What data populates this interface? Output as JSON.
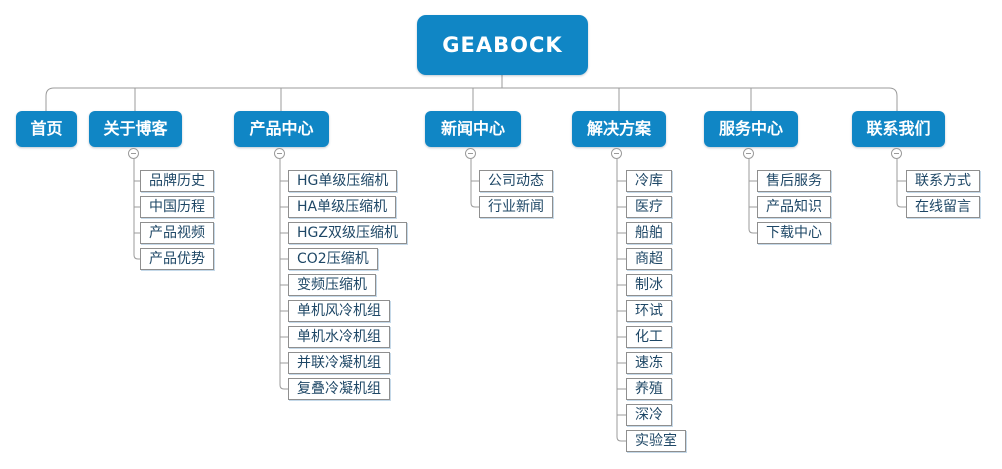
{
  "root": {
    "label": "GEABOCK"
  },
  "branches": [
    {
      "label": "首页",
      "children": []
    },
    {
      "label": "关于博客",
      "children": [
        "品牌历史",
        "中国历程",
        "产品视频",
        "产品优势"
      ]
    },
    {
      "label": "产品中心",
      "children": [
        "HG单级压缩机",
        "HA单级压缩机",
        "HGZ双级压缩机",
        "CO2压缩机",
        "变频压缩机",
        "单机风冷机组",
        "单机水冷机组",
        "并联冷凝机组",
        "复叠冷凝机组"
      ]
    },
    {
      "label": "新闻中心",
      "children": [
        "公司动态",
        "行业新闻"
      ]
    },
    {
      "label": "解决方案",
      "children": [
        "冷库",
        "医疗",
        "船舶",
        "商超",
        "制冰",
        "环试",
        "化工",
        "速冻",
        "养殖",
        "深冷",
        "实验室"
      ]
    },
    {
      "label": "服务中心",
      "children": [
        "售后服务",
        "产品知识",
        "下载中心"
      ]
    },
    {
      "label": "联系我们",
      "children": [
        "联系方式",
        "在线留言"
      ]
    }
  ],
  "icons": {
    "collapse": "minus-circle-icon"
  },
  "colors": {
    "node_fill": "#1086c5",
    "node_text": "#ffffff",
    "child_text": "#1e4766",
    "child_border": "#8f8f8f",
    "connector": "#9b9b9b",
    "background": "#ffffff"
  }
}
